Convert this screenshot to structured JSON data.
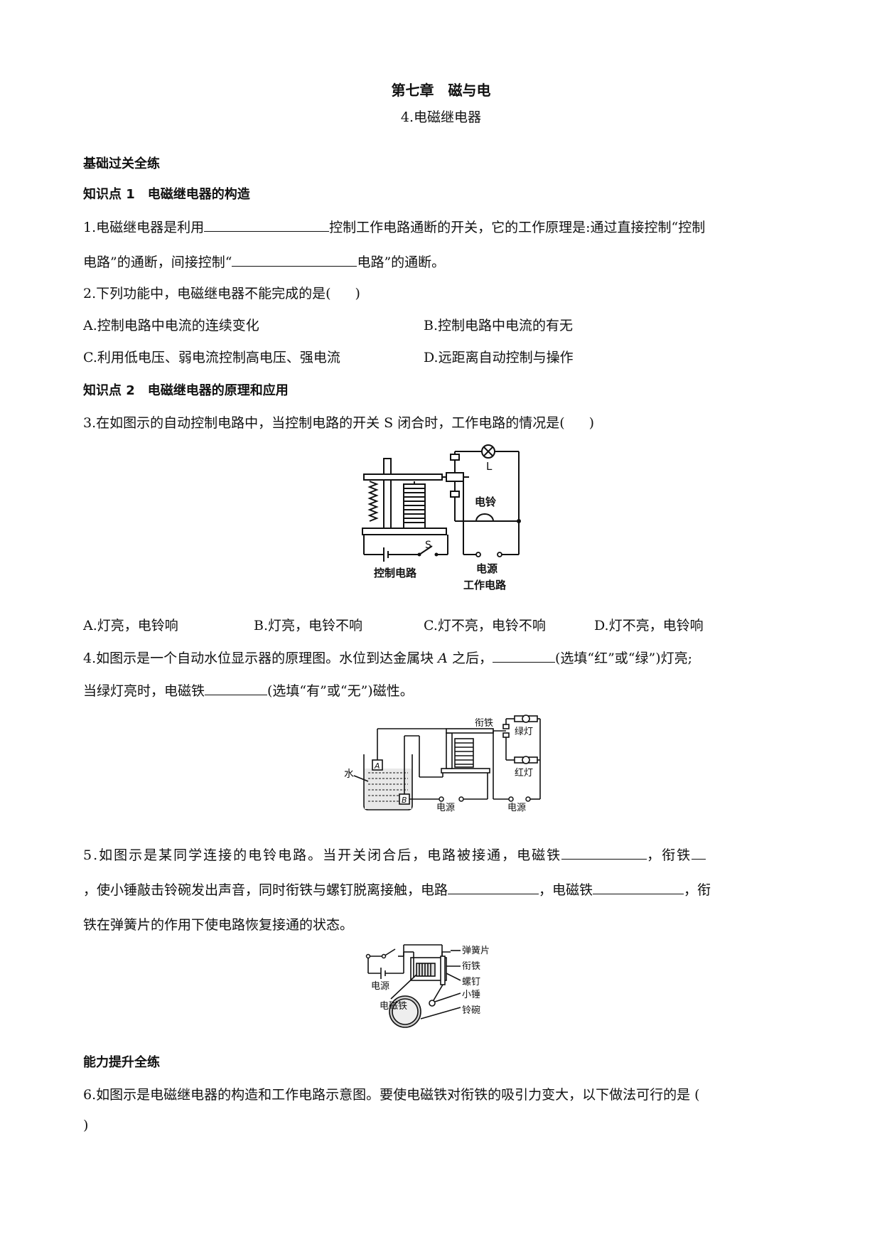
{
  "header": {
    "chapter": "第七章　磁与电",
    "lesson": "4.电磁继电器"
  },
  "sections": {
    "basic": "基础过关全练",
    "kp1": "知识点 1　电磁继电器的构造",
    "kp2": "知识点 2　电磁继电器的原理和应用",
    "advanced": "能力提升全练"
  },
  "q1": {
    "a": "1.电磁继电器是利用",
    "b": "控制工作电路通断的开关，它的工作原理是:通过直接控制“控制",
    "c": "电路”的通断，间接控制“",
    "d": "电路”的通断。"
  },
  "q2": {
    "stem": "2.下列功能中，电磁继电器不能完成的是(",
    "close": ")",
    "options": [
      "A.控制电路中电流的连续变化",
      "B.控制电路中电流的有无",
      "C.利用低电压、弱电流控制高电压、强电流",
      "D.远距离自动控制与操作"
    ]
  },
  "q3": {
    "stem": "3.在如图示的自动控制电路中，当控制电路的开关 S 闭合时，工作电路的情况是(",
    "close": ")",
    "options": [
      "A.灯亮，电铃响",
      "B.灯亮，电铃不响",
      "C.灯不亮，电铃不响",
      "D.灯不亮，电铃响"
    ],
    "figure": {
      "label_L": "L",
      "label_bell": "电铃",
      "label_S": "S",
      "label_control": "控制电路",
      "label_power": "电源",
      "label_work": "工作电路"
    }
  },
  "q4": {
    "a": "4.如图示是一个自动水位显示器的原理图。水位到达金属块 ",
    "a_italic": "A",
    "b": " 之后，",
    "c": "(选填“红”或“绿”)灯亮;",
    "d": "当绿灯亮时，电磁铁",
    "e": "(选填“有”或“无”)磁性。",
    "figure": {
      "label_armature": "衔铁",
      "label_green": "绿灯",
      "label_red": "红灯",
      "label_water": "水",
      "label_A": "A",
      "label_B": "B",
      "label_power1": "电源",
      "label_power2": "电源"
    }
  },
  "q5": {
    "a": "5.如图示是某同学连接的电铃电路。当开关闭合后，电路被接通，电磁铁",
    "b": "，衔铁",
    "c": "，使小锤敲击铃碗发出声音，同时衔铁与螺钉脱离接触，电路",
    "d": "，电磁铁",
    "e": "，衔",
    "f": "铁在弹簧片的作用下使电路恢复接通的状态。",
    "figure": {
      "label_spring": "弹簧片",
      "label_armature": "衔铁",
      "label_screw": "螺钉",
      "label_hammer": "小锤",
      "label_bowl": "铃碗",
      "label_power": "电源",
      "label_magnet": "电磁铁"
    }
  },
  "q6": {
    "stem": "6.如图示是电磁继电器的构造和工作电路示意图。要使电磁铁对衔铁的吸引力变大，以下做法可行的是 (",
    "close": ")"
  }
}
